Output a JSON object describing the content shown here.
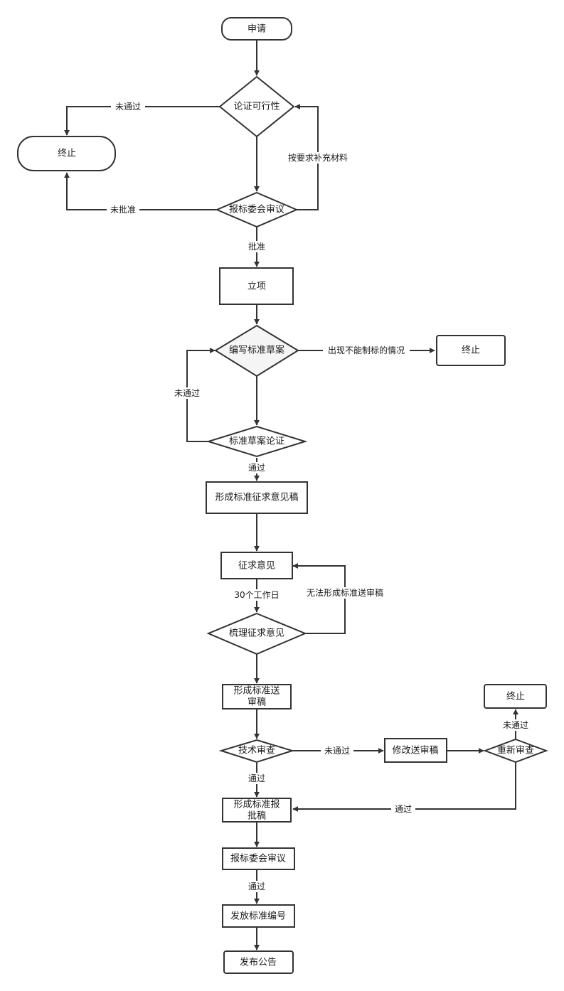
{
  "nodes": {
    "apply": "申请",
    "feasibility": "论证可行性",
    "end1": "终止",
    "committee_review1": "报标委会审议",
    "initiate": "立项",
    "draft": "编写标准草案",
    "end2": "终止",
    "draft_review": "标准草案论证",
    "consult_draft": "形成标准征求意见稿",
    "consult": "征求意见",
    "sort_opinions": "梳理征求意见",
    "submit_draft_l1": "形成标准送",
    "submit_draft_l2": "审稿",
    "tech_review": "技术审查",
    "revise": "修改送审稿",
    "re_review": "重新审查",
    "end3": "终止",
    "approval_draft_l1": "形成标准报",
    "approval_draft_l2": "批稿",
    "committee_review2": "报标委会审议",
    "issue_number": "发放标准编号",
    "publish": "发布公告"
  },
  "edges": {
    "feas_to_end1": "未通过",
    "supplement": "按要求补充材料",
    "review1_to_end1": "未批准",
    "approved": "批准",
    "cannot_standardize": "出现不能制标的情况",
    "draft_not_passed": "未通过",
    "draft_passed": "通过",
    "thirty_days": "30个工作日",
    "cannot_form": "无法形成标准送审稿",
    "tech_not_passed": "未通过",
    "tech_passed": "通过",
    "re_not_passed": "未通过",
    "re_passed": "通过",
    "review2_passed": "通过"
  }
}
